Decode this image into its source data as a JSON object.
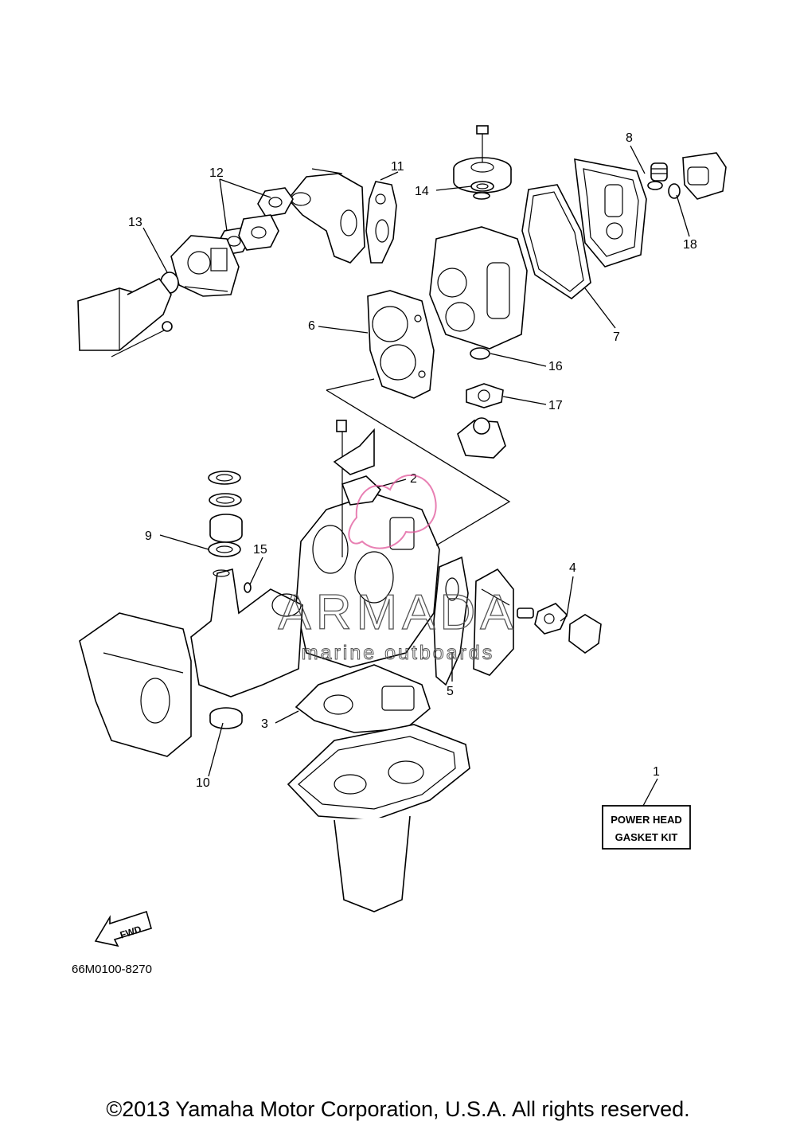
{
  "callouts": {
    "c1": "1",
    "c2": "2",
    "c3": "3",
    "c4": "4",
    "c5": "5",
    "c6": "6",
    "c7": "7",
    "c8": "8",
    "c9": "9",
    "c10": "10",
    "c11": "11",
    "c12": "12",
    "c13": "13",
    "c14": "14",
    "c15": "15",
    "c16": "16",
    "c17": "17",
    "c18": "18"
  },
  "kit_label": {
    "line1": "POWER HEAD",
    "line2": "GASKET KIT"
  },
  "fwd_label": "FWD",
  "diagram_code": "66M0100-8270",
  "watermark": {
    "brand": "ARMADA",
    "tagline": "marine outboards",
    "color": "#e0559a"
  },
  "copyright": "©2013 Yamaha Motor Corporation, U.S.A. All rights reserved."
}
